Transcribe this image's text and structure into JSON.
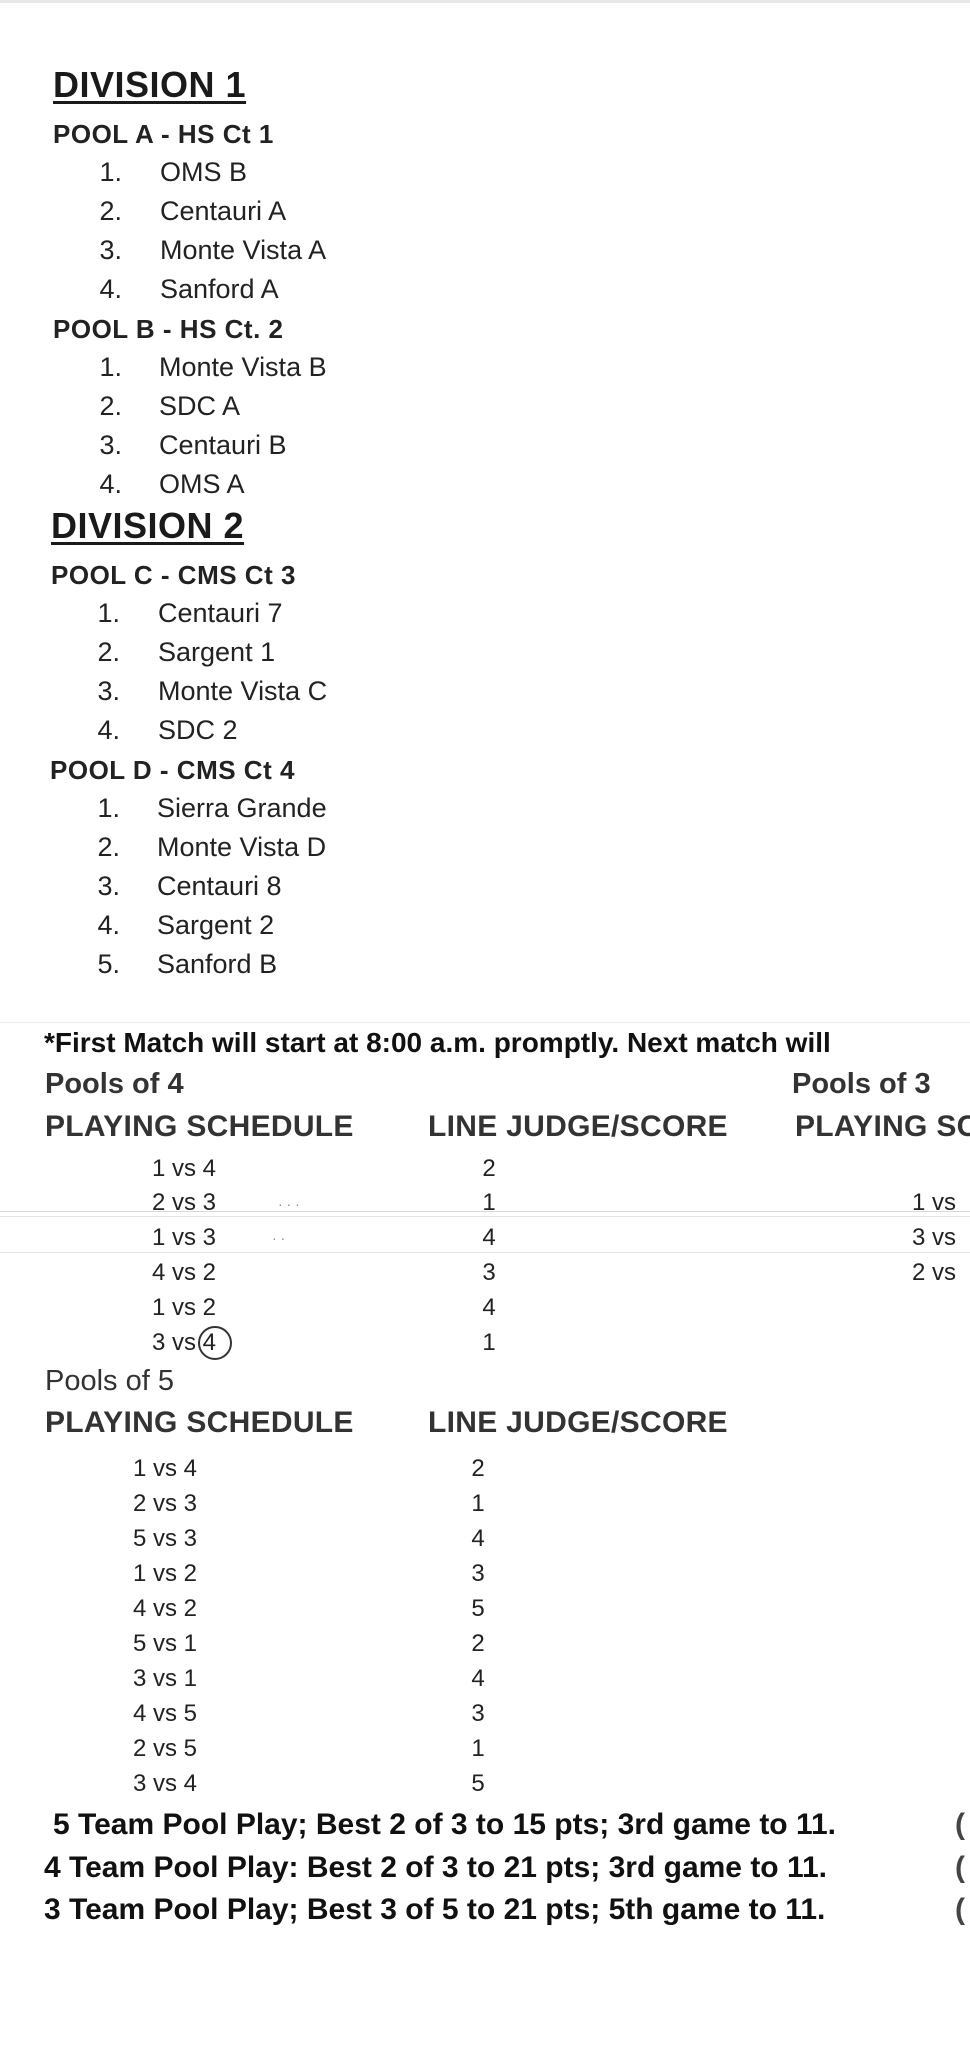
{
  "divisions": [
    {
      "title": "DIVISION 1",
      "pools": [
        {
          "heading": "POOL A - HS Ct 1",
          "teams": [
            "OMS B",
            "Centauri A",
            "Monte Vista A",
            "Sanford A"
          ]
        },
        {
          "heading": "POOL B - HS Ct. 2",
          "teams": [
            "Monte Vista B",
            "SDC A",
            "Centauri B",
            "OMS A"
          ]
        }
      ]
    },
    {
      "title": "DIVISION 2",
      "pools": [
        {
          "heading": "POOL  C - CMS Ct 3",
          "teams": [
            "Centauri 7",
            "Sargent 1",
            "Monte Vista C",
            "SDC 2"
          ]
        },
        {
          "heading": "POOL D - CMS Ct 4",
          "teams": [
            "Sierra Grande",
            "Monte Vista D",
            "Centauri 8",
            "Sargent  2",
            "Sanford B"
          ]
        }
      ]
    }
  ],
  "notice": "*First Match will start at 8:00 a.m. promptly. Next match will",
  "pools_of_4": {
    "title": "Pools of 4",
    "col_schedule": "PLAYING SCHEDULE",
    "col_judge": "LINE JUDGE/SCORE",
    "rows": [
      {
        "match": "1 vs 4",
        "judge": "2"
      },
      {
        "match": "2 vs 3",
        "judge": "1"
      },
      {
        "match": "1 vs 3",
        "judge": "4"
      },
      {
        "match": "4 vs 2",
        "judge": "3"
      },
      {
        "match": "1 vs 2",
        "judge": "4"
      },
      {
        "match": "3 vs 4",
        "judge": "1"
      }
    ]
  },
  "pools_of_3": {
    "title": "Pools of 3",
    "col_schedule": "PLAYING SC",
    "rows": [
      "1 vs",
      "3 vs",
      "2 vs"
    ]
  },
  "pools_of_5": {
    "title": "Pools of 5",
    "col_schedule": "PLAYING SCHEDULE",
    "col_judge": "LINE JUDGE/SCORE",
    "rows": [
      {
        "match": "1 vs 4",
        "judge": "2"
      },
      {
        "match": "2 vs 3",
        "judge": "1"
      },
      {
        "match": "5 vs 3",
        "judge": "4"
      },
      {
        "match": "1 vs 2",
        "judge": "3"
      },
      {
        "match": "4 vs 2",
        "judge": "5"
      },
      {
        "match": "5 vs 1",
        "judge": "2"
      },
      {
        "match": "3 vs 1",
        "judge": "4"
      },
      {
        "match": "4 vs 5",
        "judge": "3"
      },
      {
        "match": "2 vs 5",
        "judge": "1"
      },
      {
        "match": "3 vs 4",
        "judge": "5"
      }
    ]
  },
  "rules": [
    {
      "text": "5 Team Pool Play; Best 2 of 3 to 15 pts; 3rd game to 11.",
      "trail": "("
    },
    {
      "text": "4 Team Pool Play: Best 2 of 3 to 21 pts; 3rd game to 11.",
      "trail": "("
    },
    {
      "text": "3 Team Pool Play; Best 3 of 5 to 21 pts; 5th game to 11.",
      "trail": "("
    }
  ]
}
